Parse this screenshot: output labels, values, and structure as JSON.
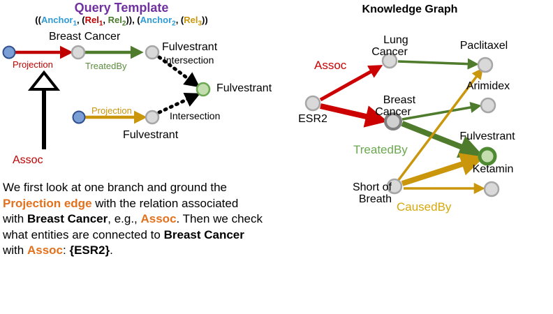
{
  "titles": {
    "query_template": "Query Template",
    "knowledge_graph": "Knowledge Graph"
  },
  "template_expr": {
    "open": "((",
    "anchor1": "Anchor",
    "anchor1_sub": "1",
    "c1": ", (",
    "rel1": "Rel",
    "rel1_sub": "1",
    "c2": ", ",
    "rel2": "Rel",
    "rel2_sub": "2",
    "c3": ")), (",
    "anchor2": "Anchor",
    "anchor2_sub": "2",
    "c4": ", (",
    "rel3": "Rel",
    "rel3_sub": "3",
    "close": "))"
  },
  "query_diagram": {
    "nodes": [
      {
        "id": "anchor-top",
        "label": "",
        "kind": "anchor-blue"
      },
      {
        "id": "breast-cancer",
        "label": "Breast Cancer",
        "kind": "gray"
      },
      {
        "id": "fulvestrant-top",
        "label": "Fulvestrant",
        "kind": "gray"
      },
      {
        "id": "anchor-bottom",
        "label": "",
        "kind": "anchor-blue"
      },
      {
        "id": "fulvestrant-bottom",
        "label": "Fulvestrant",
        "kind": "gray"
      },
      {
        "id": "fulvestrant-answer",
        "label": "Fulvestrant",
        "kind": "green"
      }
    ],
    "edges": [
      {
        "id": "projection-top",
        "label": "Projection",
        "color": "red"
      },
      {
        "id": "treatedby",
        "label": "TreatedBy",
        "color": "green"
      },
      {
        "id": "intersection-top",
        "label": "Intersection",
        "color": "black"
      },
      {
        "id": "projection-bottom",
        "label": "Projection",
        "color": "gold"
      },
      {
        "id": "intersection-bottom",
        "label": "Intersection",
        "color": "black"
      }
    ],
    "grounding_label": "Assoc"
  },
  "knowledge_graph": {
    "nodes": [
      {
        "id": "esr2",
        "label": "ESR2"
      },
      {
        "id": "lung-cancer",
        "label": "Lung\nCancer"
      },
      {
        "id": "breast-cancer",
        "label": "Breast\nCancer"
      },
      {
        "id": "paclitaxel",
        "label": "Paclitaxel"
      },
      {
        "id": "arimidex",
        "label": "Arimidex"
      },
      {
        "id": "fulvestrant",
        "label": "Fulvestrant"
      },
      {
        "id": "ketamin",
        "label": "Ketamin"
      },
      {
        "id": "short-of-breath",
        "label": "Short of\nBreath"
      }
    ],
    "edge_labels": {
      "assoc": "Assoc",
      "treatedby": "TreatedBy",
      "causedby": "CausedBy"
    }
  },
  "caption": {
    "p1": "We first look at one branch and ground the ",
    "em1": "Projection edge",
    "p2": " with the relation associated with ",
    "b1": "Breast Cancer",
    "p3": ", e.g., ",
    "em2": "Assoc",
    "p4": ". Then we check what entities are connected to ",
    "b2": "Breast Cancer",
    "p5": " with ",
    "em3": "Assoc",
    "p6": ": ",
    "b3": "{ESR2}",
    "p7": "."
  },
  "colors": {
    "purple": "#7030A0",
    "anchor_blue": "#2E9BD6",
    "red": "#C00000",
    "green": "#5B8C3E",
    "gold": "#C9960C",
    "kg_red": "#CC0000",
    "kg_green": "#6AA84F",
    "kg_gold": "#D6A80C",
    "orange": "#E2711D",
    "node_gray": "#D4D4D4"
  }
}
